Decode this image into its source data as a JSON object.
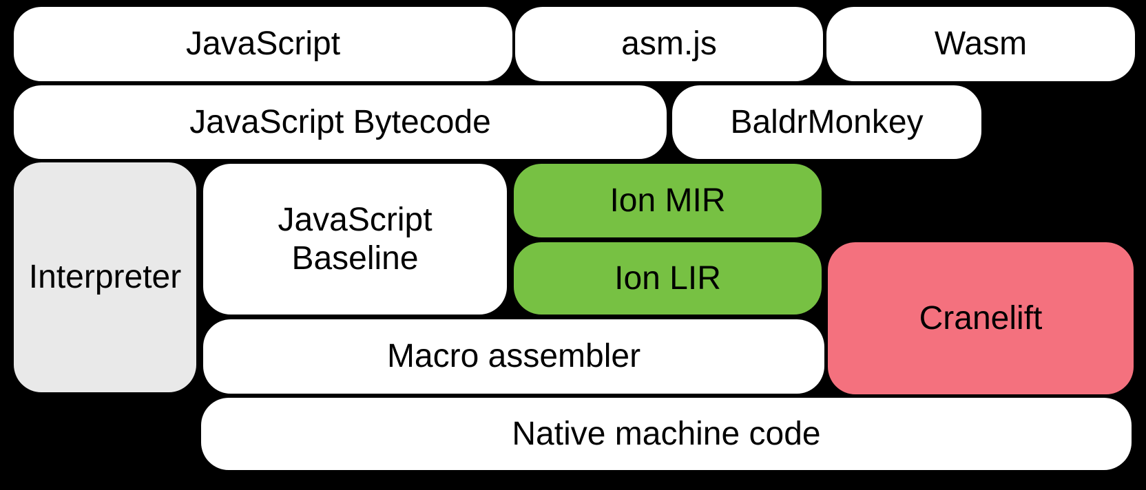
{
  "diagram": {
    "background": "#000000",
    "text_color": "#000000",
    "boxes": [
      {
        "id": "javascript",
        "label": "JavaScript",
        "color": "#ffffff"
      },
      {
        "id": "asm-js",
        "label": "asm.js",
        "color": "#ffffff"
      },
      {
        "id": "wasm",
        "label": "Wasm",
        "color": "#ffffff"
      },
      {
        "id": "javascript-bytecode",
        "label": "JavaScript Bytecode",
        "color": "#ffffff"
      },
      {
        "id": "baldrmonkey",
        "label": "BaldrMonkey",
        "color": "#ffffff"
      },
      {
        "id": "interpreter",
        "label": "Interpreter",
        "color": "#e9e9e9"
      },
      {
        "id": "javascript-baseline",
        "label": "JavaScript Baseline",
        "line1": "JavaScript",
        "line2": "Baseline",
        "color": "#ffffff"
      },
      {
        "id": "ion-mir",
        "label": "Ion MIR",
        "color": "#77c143"
      },
      {
        "id": "ion-lir",
        "label": "Ion LIR",
        "color": "#77c143"
      },
      {
        "id": "cranelift",
        "label": "Cranelift",
        "color": "#f4717e"
      },
      {
        "id": "macro-assembler",
        "label": "Macro assembler",
        "color": "#ffffff"
      },
      {
        "id": "native-machine-code",
        "label": "Native machine code",
        "color": "#ffffff"
      }
    ]
  }
}
